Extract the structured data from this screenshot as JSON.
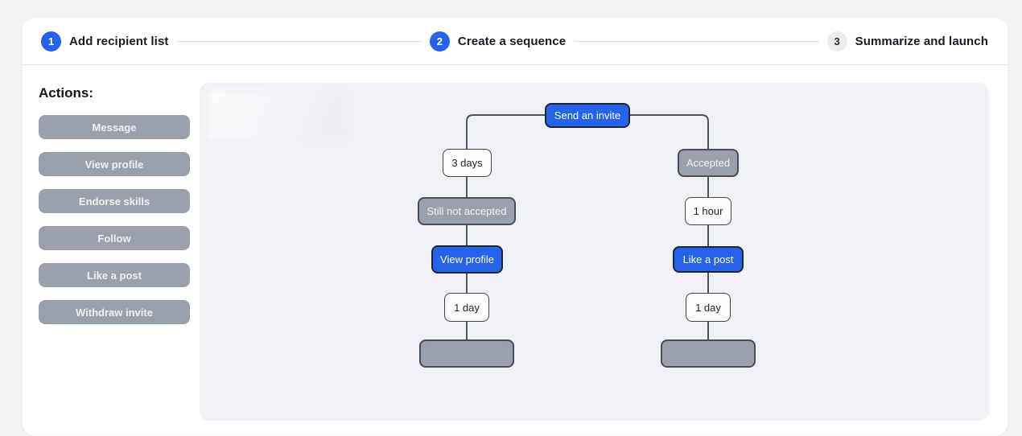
{
  "stepper": {
    "steps": [
      {
        "number": "1",
        "label": "Add recipient list",
        "state": "active"
      },
      {
        "number": "2",
        "label": "Create a sequence",
        "state": "active"
      },
      {
        "number": "3",
        "label": "Summarize and launch",
        "state": "inactive"
      }
    ]
  },
  "sidebar": {
    "heading": "Actions:",
    "actions": [
      "Message",
      "View profile",
      "Endorse skills",
      "Follow",
      "Like a post",
      "Withdraw invite"
    ]
  },
  "flowchart": {
    "nodes": {
      "send_invite": {
        "label": "Send an invite",
        "type": "action"
      },
      "wait_3_days": {
        "label": "3 days",
        "type": "delay"
      },
      "still_not_accepted": {
        "label": "Still not accepted",
        "type": "condition"
      },
      "view_profile": {
        "label": "View profile",
        "type": "action"
      },
      "wait_1_day_left": {
        "label": "1 day",
        "type": "delay"
      },
      "accepted": {
        "label": "Accepted",
        "type": "condition"
      },
      "wait_1_hour": {
        "label": "1 hour",
        "type": "delay"
      },
      "like_a_post": {
        "label": "Like a post",
        "type": "action"
      },
      "wait_1_day_right": {
        "label": "1 day",
        "type": "delay"
      }
    }
  },
  "colors": {
    "accent_blue": "#2563eb",
    "node_gray": "#9aa1ad",
    "edge_gray": "#4d545e",
    "page_background": "#f1f2f4"
  }
}
